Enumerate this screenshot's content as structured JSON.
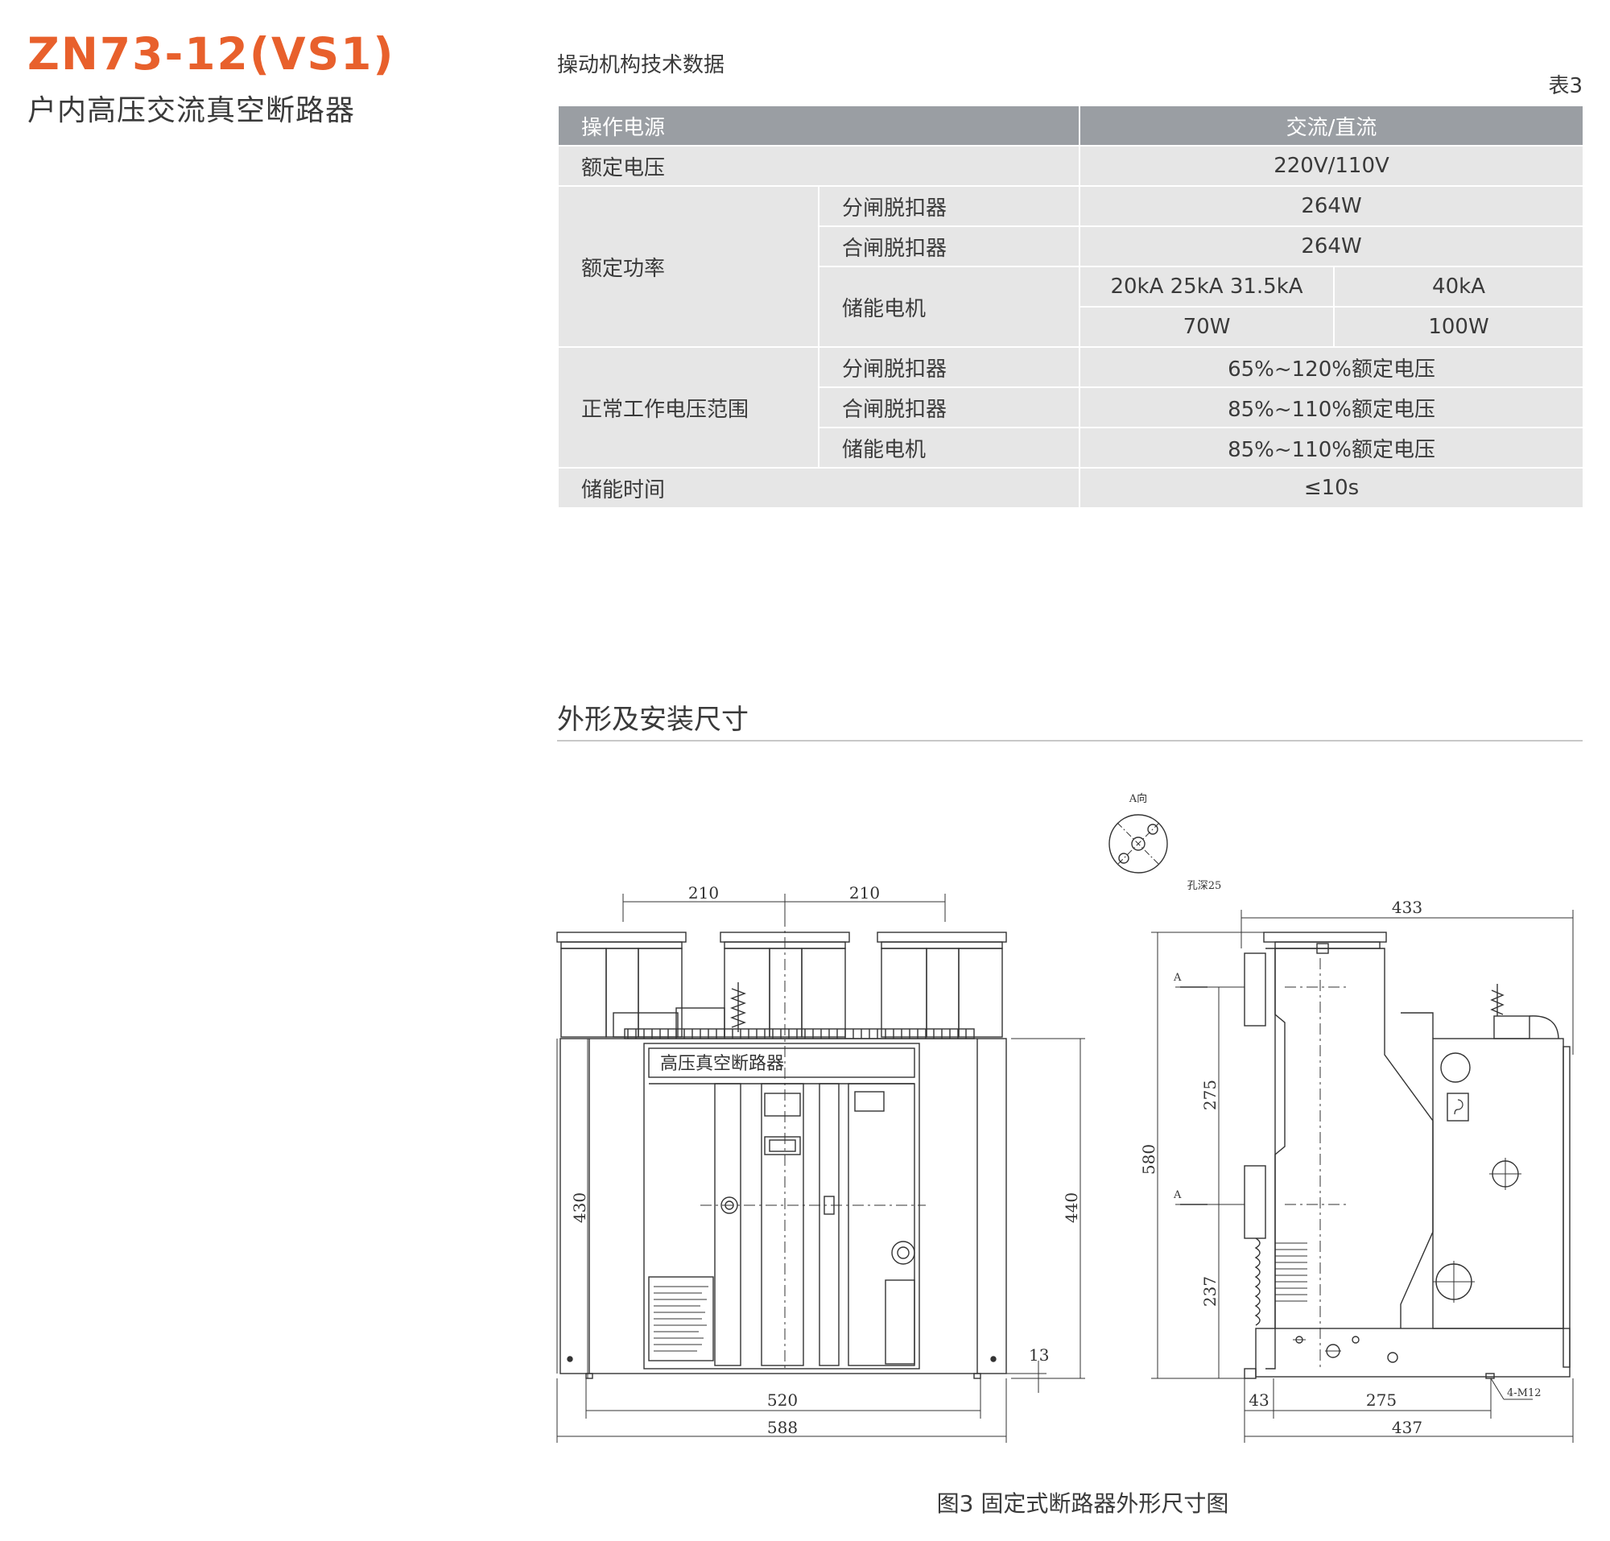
{
  "header": {
    "title": "ZN73-12(VS1)",
    "subtitle": "户内高压交流真空断路器"
  },
  "table": {
    "caption": "操动机构技术数据",
    "number": "表3",
    "head": {
      "col1": "操作电源",
      "col2": "交流/直流"
    },
    "rated_voltage": {
      "label": "额定电压",
      "value": "220V/110V"
    },
    "rated_power": {
      "label": "额定功率",
      "opening_release": {
        "label": "分闸脱扣器",
        "value": "264W"
      },
      "closing_release": {
        "label": "合闸脱扣器",
        "value": "264W"
      },
      "motor": {
        "label": "储能电机",
        "current_a": "20kA  25kA  31.5kA",
        "current_b": "40kA",
        "power_a": "70W",
        "power_b": "100W"
      }
    },
    "working_voltage_range": {
      "label": "正常工作电压范围",
      "opening_release": {
        "label": "分闸脱扣器",
        "value": "65%~120%额定电压"
      },
      "closing_release": {
        "label": "合闸脱扣器",
        "value": "85%~110%额定电压"
      },
      "motor": {
        "label": "储能电机",
        "value": "85%~110%额定电压"
      }
    },
    "charging_time": {
      "label": "储能时间",
      "value": "≤10s"
    }
  },
  "section": {
    "title": "外形及安装尺寸"
  },
  "drawing": {
    "front_panel_label": "高压真空断路器",
    "view_label": "A向",
    "hole_depth_label": "孔深25",
    "section_mark": "A",
    "bolt_label": "4-M12",
    "front_dims": {
      "pole_pitch_left": "210",
      "pole_pitch_right": "210",
      "body_height": "430",
      "overall_height": "440",
      "foot_offset": "13",
      "mount_width": "520",
      "overall_width": "588"
    },
    "side_dims": {
      "overall_depth_top": "433",
      "height": "580",
      "terminal_spacing": "275",
      "lower_terminal": "237",
      "front_offset": "43",
      "mount_depth": "275",
      "overall_depth": "437"
    }
  },
  "figure_caption": "图3  固定式断路器外形尺寸图"
}
